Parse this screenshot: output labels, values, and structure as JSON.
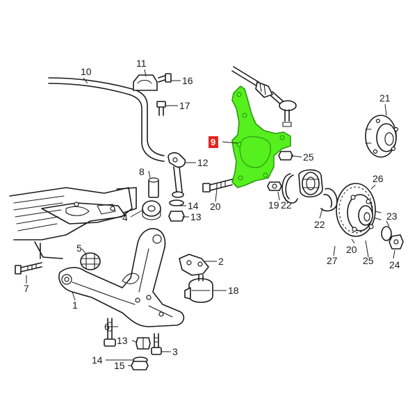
{
  "colors": {
    "highlight": "#55f01e",
    "highlight_stroke": "#2e9a10",
    "label_box": "#e5251e",
    "line": "#1a1a1a"
  },
  "highlighted_part": "9",
  "labels": {
    "l1": "1",
    "l2": "2",
    "l3": "3",
    "l4": "4",
    "l5": "5",
    "l6": "6",
    "l7": "7",
    "l8": "8",
    "l9": "9",
    "l10": "10",
    "l11": "11",
    "l12": "12",
    "l13a": "13",
    "l13b": "13",
    "l14a": "14",
    "l14b": "14",
    "l15": "15",
    "l16": "16",
    "l17": "17",
    "l18": "18",
    "l19": "19",
    "l20a": "20",
    "l20b": "20",
    "l21": "21",
    "l22a": "22",
    "l22b": "22",
    "l23": "23",
    "l24": "24",
    "l25a": "25",
    "l25b": "25",
    "l26": "26",
    "l27": "27"
  }
}
